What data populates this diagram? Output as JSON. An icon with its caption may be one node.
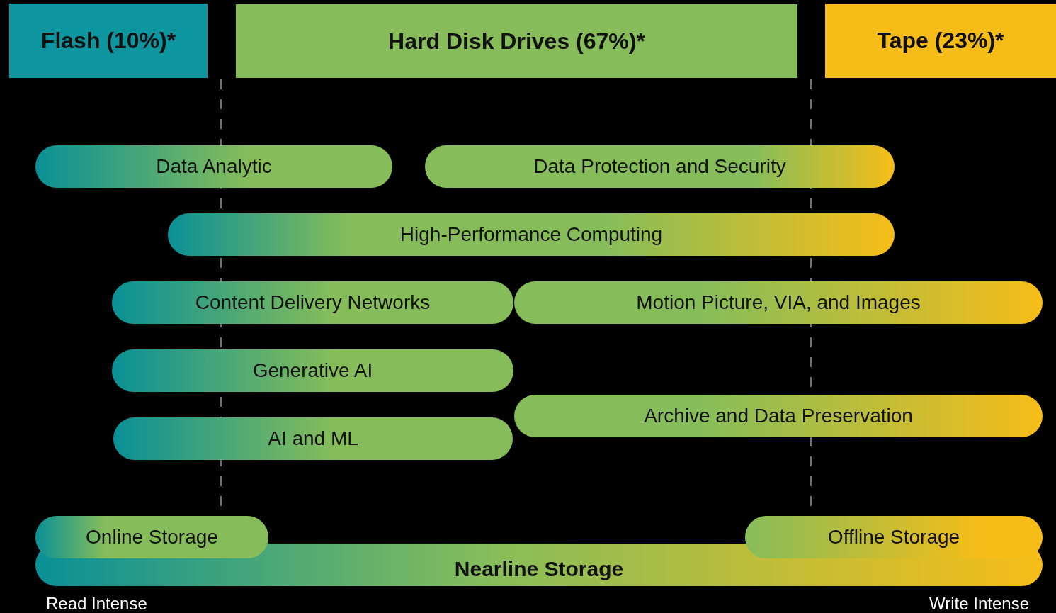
{
  "diagram": {
    "nodes": [
      {
        "text": [
          "Flash (10%)*"
        ]
      },
      {
        "text": [
          "Hard Disk Drives (67%)*"
        ]
      },
      {
        "text": [
          "Tape (23%)*"
        ]
      },
      {
        "text": [
          "Data Analytic"
        ]
      },
      {
        "text": [
          "Data Protection and Security"
        ]
      },
      {
        "text": [
          "High-Performance Computing"
        ]
      },
      {
        "text": [
          "Content Delivery Networks"
        ]
      },
      {
        "text": [
          "Motion Picture, VIA, and Images"
        ]
      },
      {
        "text": [
          "Generative AI"
        ]
      },
      {
        "text": [
          "Archive and Data Preservation"
        ]
      },
      {
        "text": [
          "AI and ML"
        ]
      },
      {
        "text": [
          "Online Storage"
        ]
      },
      {
        "text": [
          "Offline Storage"
        ]
      },
      {
        "text": [
          "Nearline Storage"
        ]
      }
    ],
    "labels": [
      "Read Intense",
      "Write Intense"
    ]
  }
}
